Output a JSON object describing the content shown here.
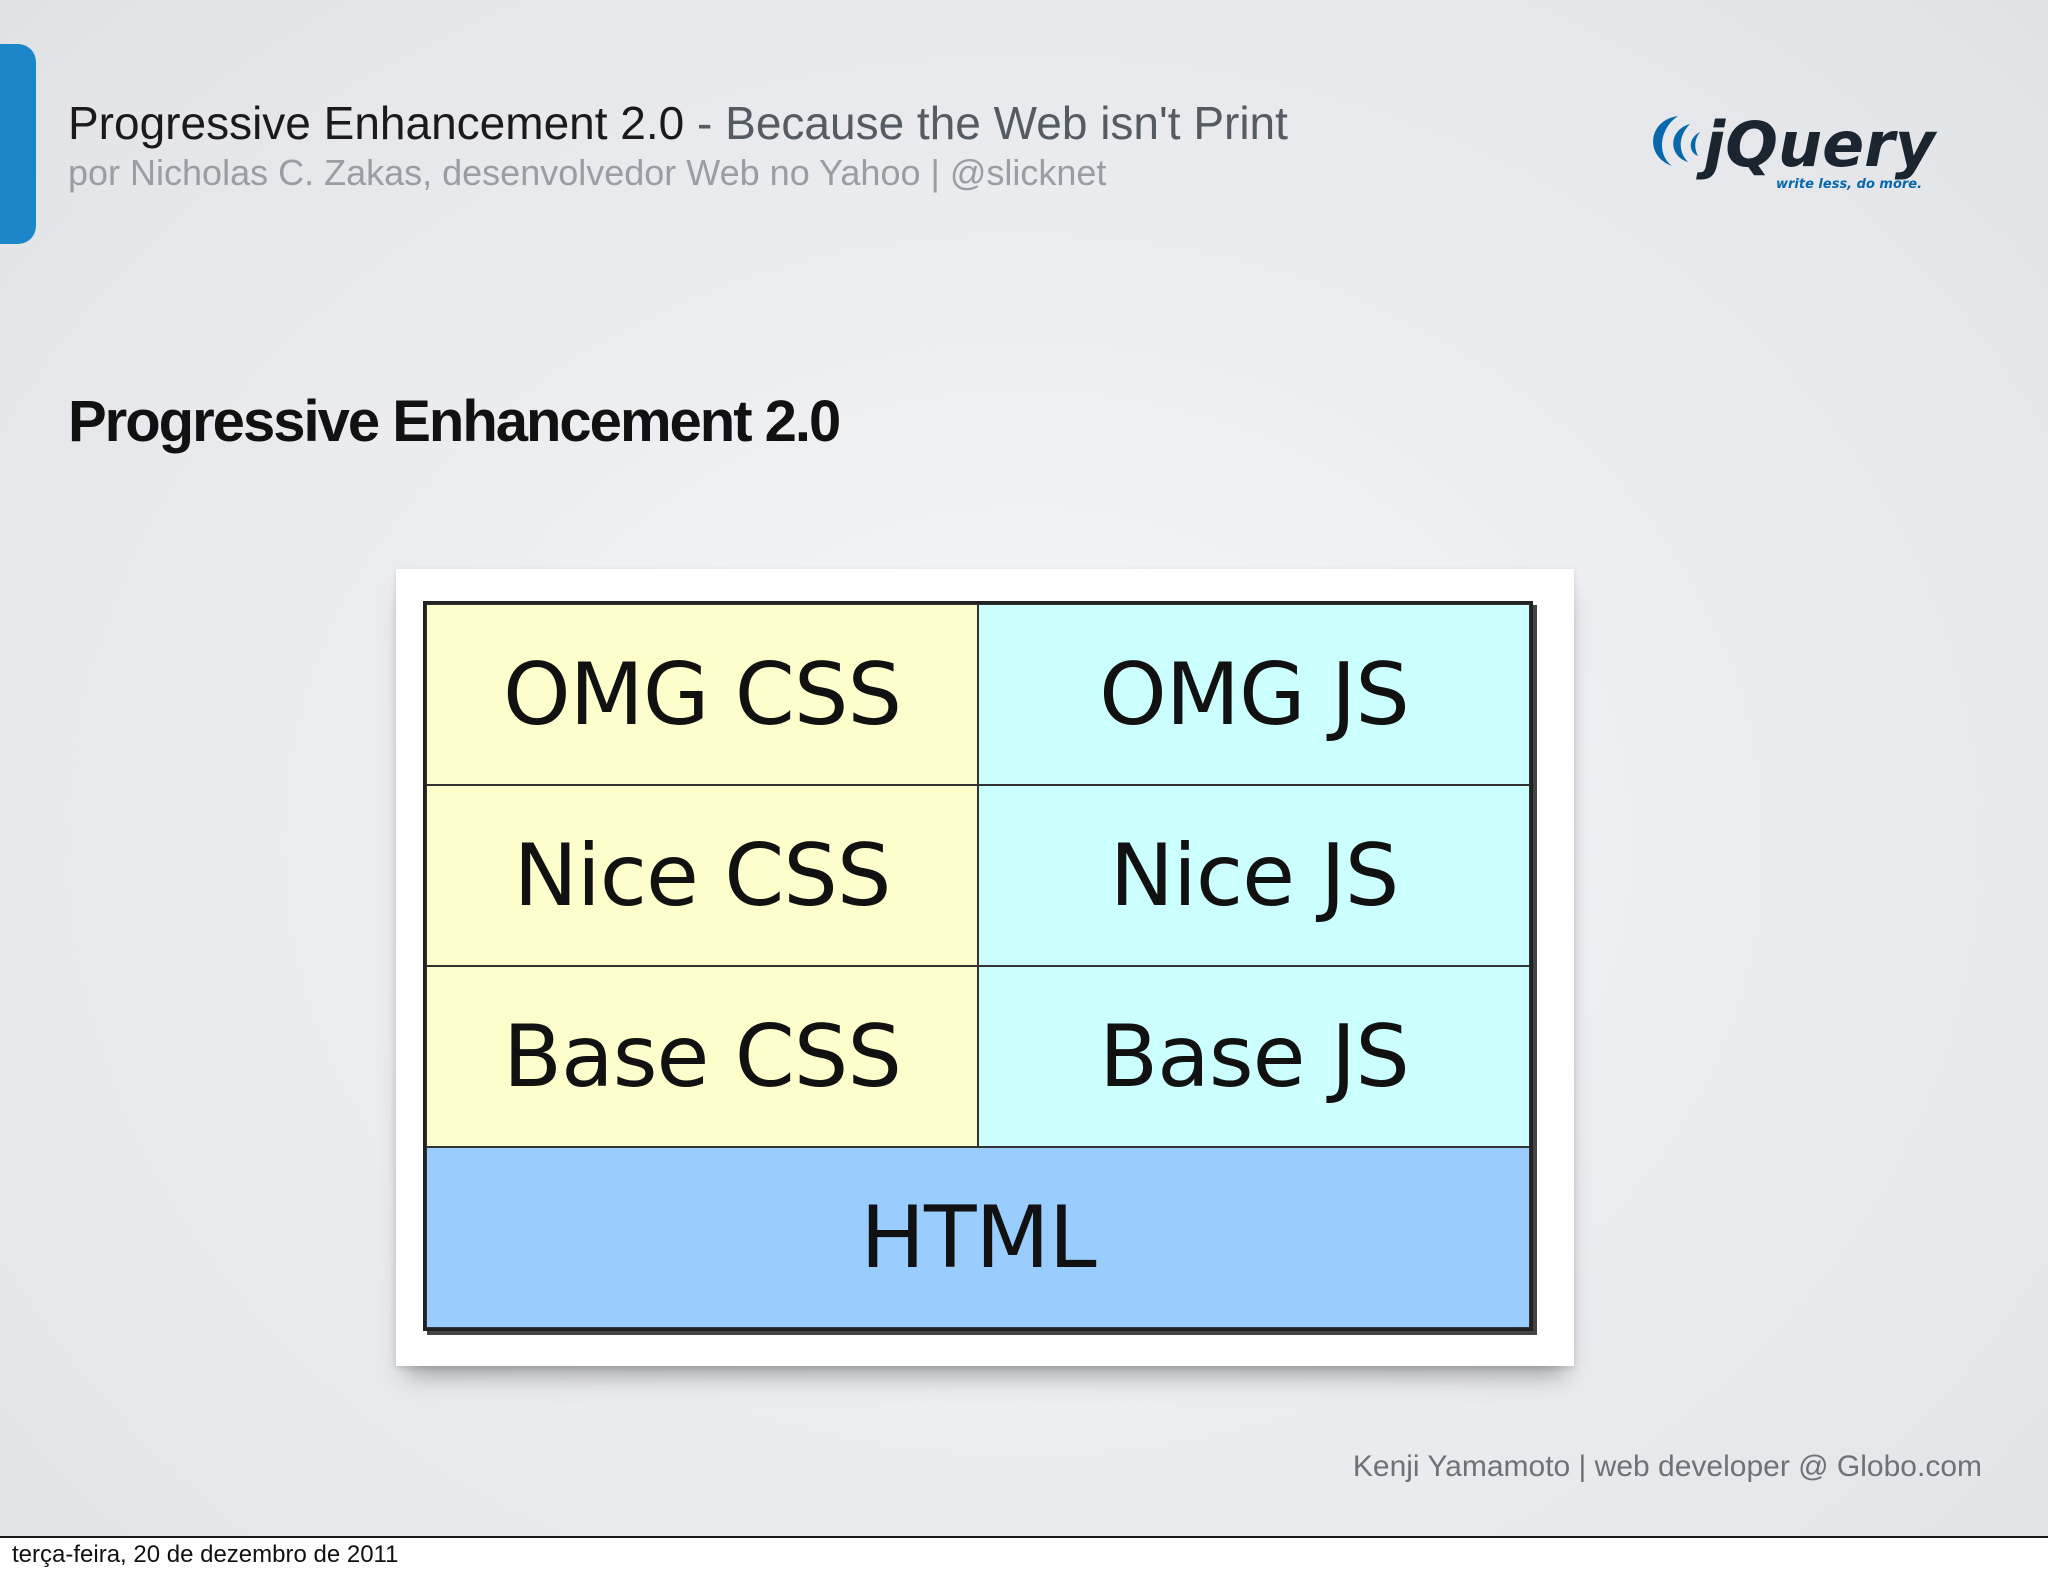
{
  "header": {
    "title_main": "Progressive Enhancement 2.0",
    "title_sep": " - ",
    "title_rest": "Because the Web isn't Print",
    "subtitle": "por Nicholas C. Zakas, desenvolvedor Web no Yahoo | @slicknet"
  },
  "logo": {
    "icon": "jquery-swirl-icon",
    "wordmark": "jQuery",
    "tagline": "write less, do more."
  },
  "slide_title": "Progressive Enhancement 2.0",
  "diagram": {
    "rows": [
      {
        "css": "OMG CSS",
        "js": "OMG JS"
      },
      {
        "css": "Nice CSS",
        "js": "Nice JS"
      },
      {
        "css": "Base CSS",
        "js": "Base JS"
      }
    ],
    "base": "HTML",
    "colors": {
      "css": "#fefecc",
      "js": "#ccffff",
      "html": "#99ccff"
    }
  },
  "credit": "Kenji Yamamoto | web developer @ Globo.com",
  "footer_date": "terça-feira, 20 de dezembro de 2011",
  "colors": {
    "accent": "#1b86c8",
    "logo_blue": "#0868ac",
    "logo_dark": "#1a2530"
  }
}
